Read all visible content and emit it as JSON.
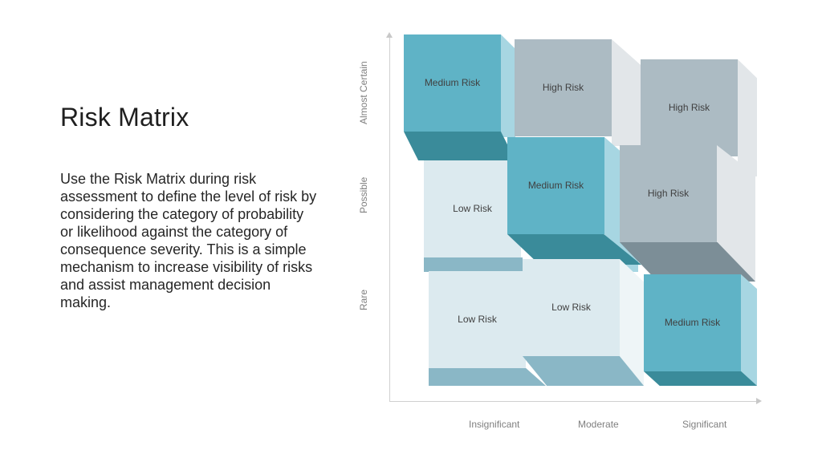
{
  "slide": {
    "title": "Risk Matrix",
    "description": "Use the Risk Matrix during risk assessment to define the level of risk by considering the category of probability or likelihood against the category of consequence severity. This is a simple mechanism to increase visibility of risks and assist management decision making."
  },
  "axes": {
    "y_levels": [
      "Almost Certain",
      "Possible",
      "Rare"
    ],
    "x_levels": [
      "Insignificant",
      "Moderate",
      "Significant"
    ]
  },
  "cells": {
    "c1": "Medium Risk",
    "c2": "High Risk",
    "c3": "High Risk",
    "c4": "Low Risk",
    "c5": "Medium Risk",
    "c6": "High Risk",
    "c7": "Low Risk",
    "c8": "Low Risk",
    "c9": "Medium Risk"
  },
  "colors": {
    "medium": "#5fb3c6",
    "high": "#acbbc3",
    "low": "#dceaef"
  }
}
